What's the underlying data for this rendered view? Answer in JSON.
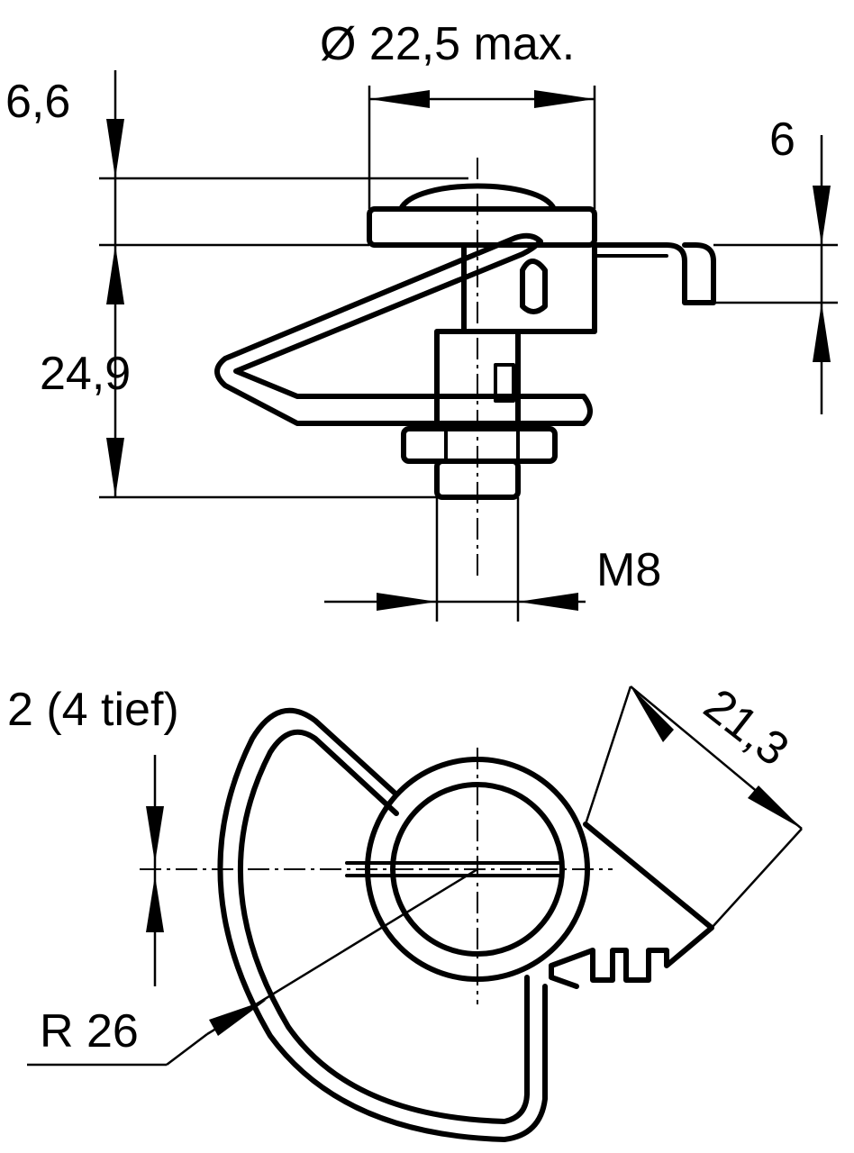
{
  "labels": {
    "diameter": "Ø 22,5 max.",
    "height_top": "6,6",
    "height_right": "6",
    "height_body": "24,9",
    "thread": "M8",
    "slot": "2 (4 tief)",
    "diagonal": "21,3",
    "radius": "R 26"
  }
}
